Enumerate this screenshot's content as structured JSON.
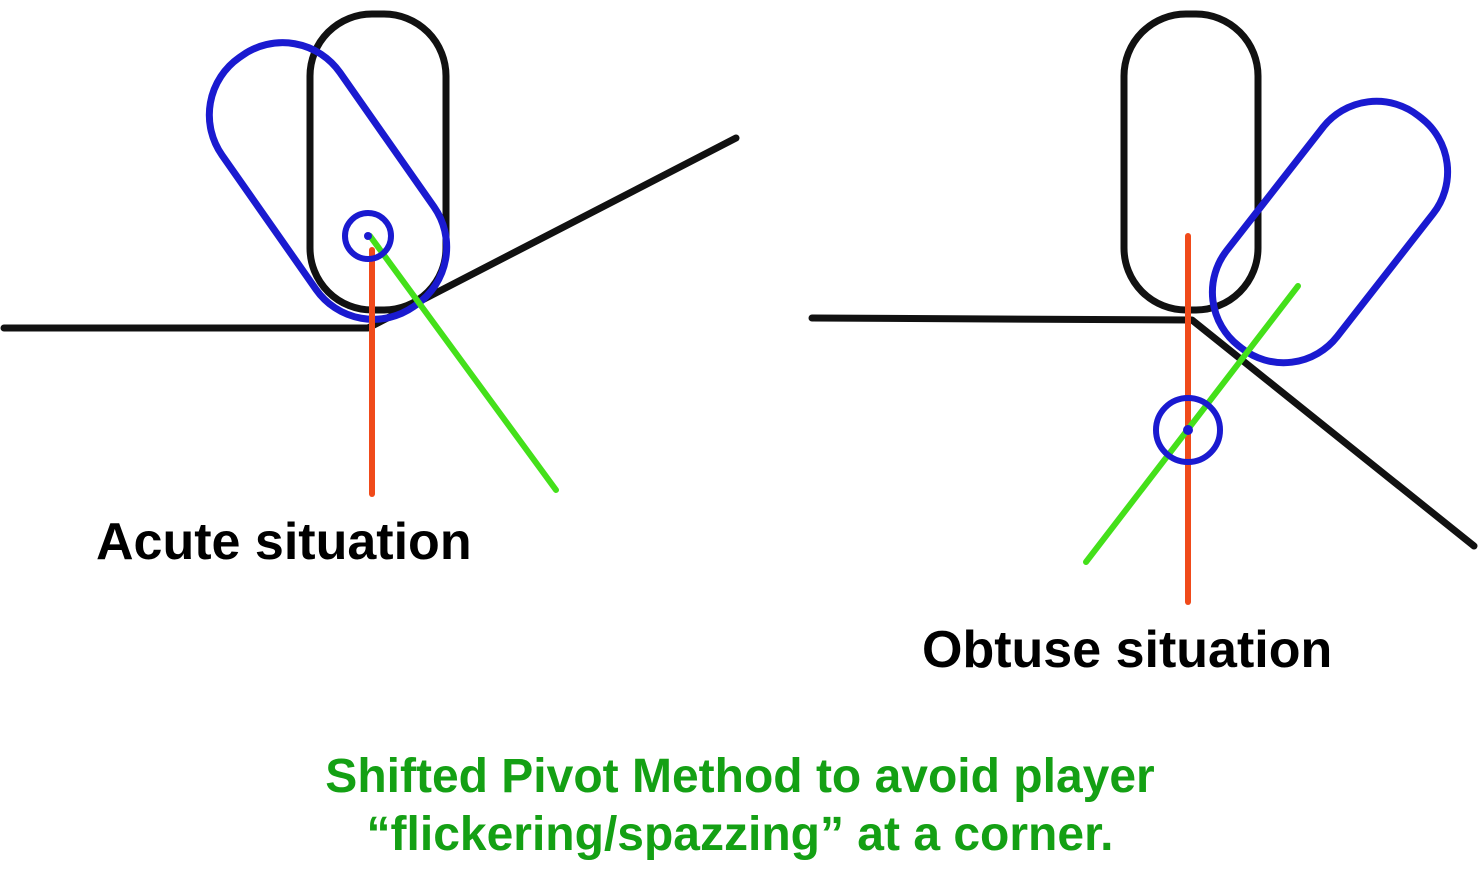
{
  "labels": {
    "acute": "Acute situation",
    "obtuse": "Obtuse situation"
  },
  "caption": {
    "line1": "Shifted Pivot Method to avoid player",
    "line2": "“flickering/spazzing” at a corner."
  },
  "colors": {
    "ground": "#111111",
    "original_capsule": "#111111",
    "rotated_capsule": "#1a1ad0",
    "pivot": "#1a1ad0",
    "vertical_axis": "#f04a1a",
    "rotated_axis": "#44e01a",
    "caption": "#14a014",
    "label": "#000000"
  }
}
